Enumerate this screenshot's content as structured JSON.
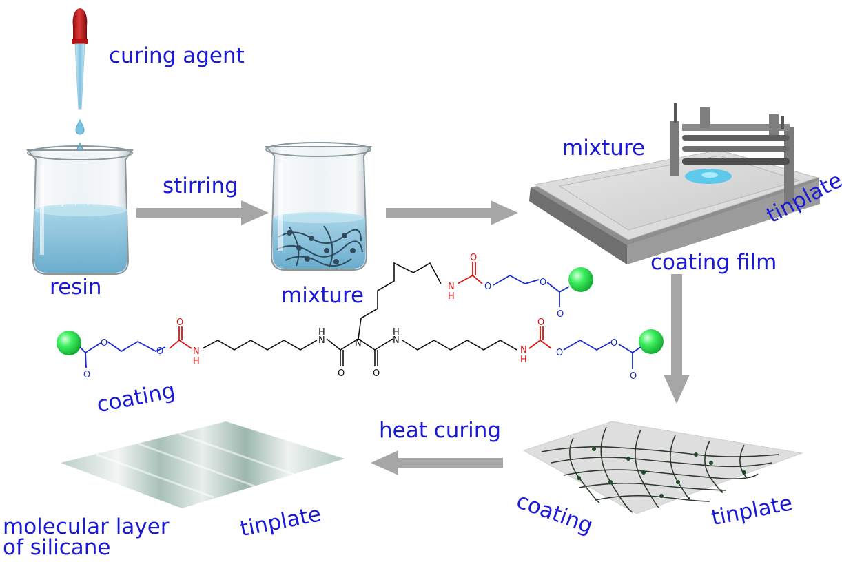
{
  "labels": {
    "curing_agent": "curing agent",
    "stirring": "stirring",
    "resin": "resin",
    "mixture_beaker": "mixture",
    "mixture_coater": "mixture",
    "tinplate_coater": "tinplate",
    "coating_film": "coating film",
    "coating_molecule": "coating",
    "heat_curing": "heat curing",
    "coating_mesh": "coating",
    "tinplate_mesh": "tinplate",
    "tinplate_layer": "tinplate",
    "molecular_layer_line1": "molecular layer",
    "molecular_layer_line2": "of silicane"
  },
  "atoms": {
    "O": "O",
    "N": "N",
    "H": "H"
  },
  "colors": {
    "label": "#1a1ad6",
    "arrow": "#a6a6a6",
    "urethane": "#e01010",
    "ether": "#1a2ccc",
    "chain": "#111111",
    "end_group": "#22e040",
    "liquid": "#8ec7e0",
    "dropper_bulb": "#c81818"
  }
}
